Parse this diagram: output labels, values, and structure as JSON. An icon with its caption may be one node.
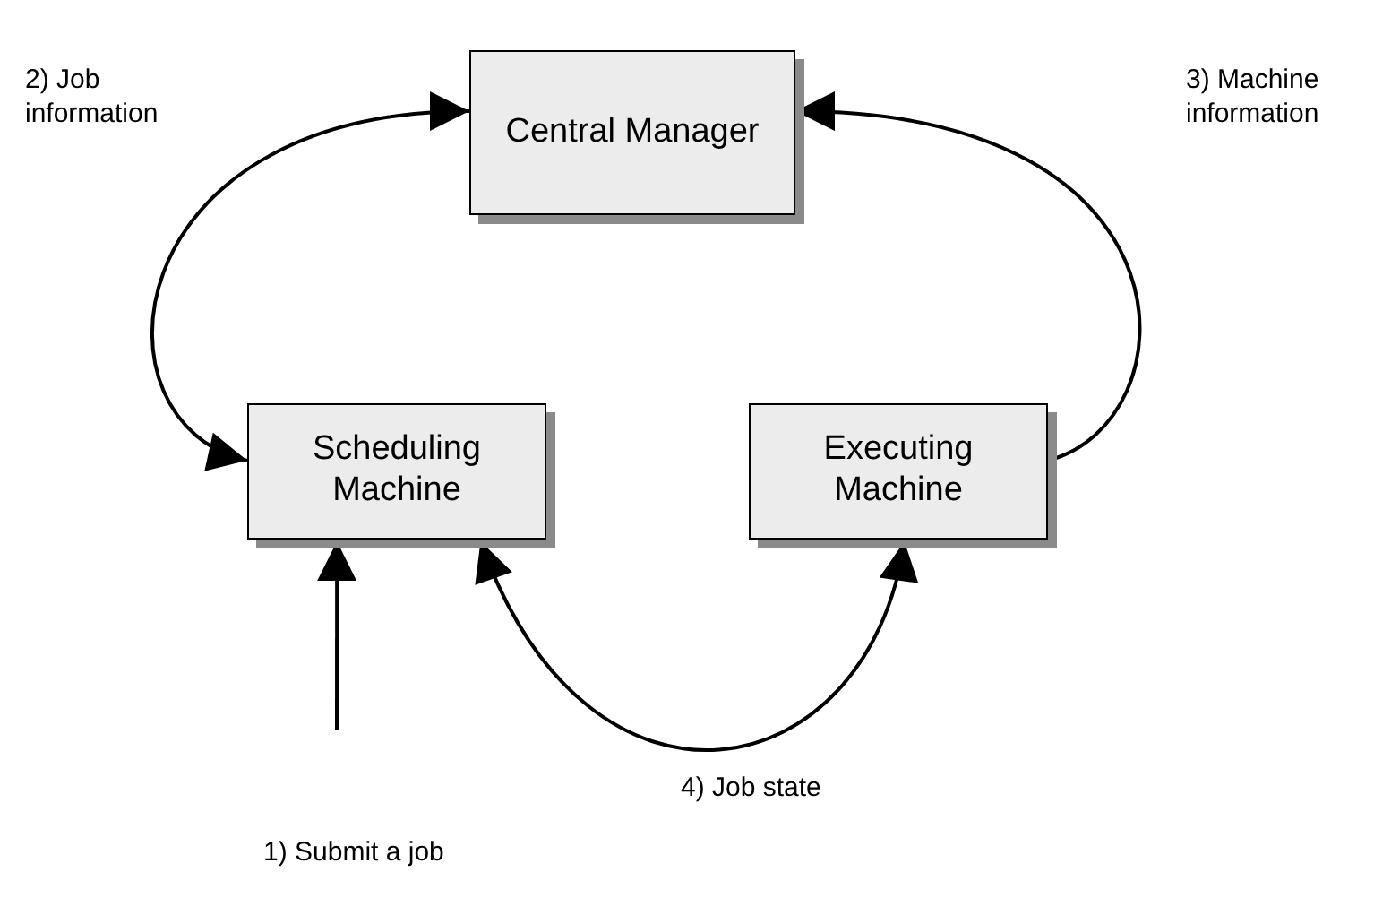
{
  "diagram": {
    "nodes": [
      {
        "text": [
          "Central Manager"
        ]
      },
      {
        "text": [
          "Scheduling Machine"
        ]
      },
      {
        "text": [
          "Executing Machine"
        ]
      }
    ],
    "edges": [
      {
        "from": 1,
        "to": 0,
        "arrow": "both",
        "label": "2) Job information"
      },
      {
        "from": 2,
        "to": 0,
        "arrow": "to",
        "label": "3) Machine information"
      },
      {
        "from": 1,
        "to": 2,
        "arrow": "both",
        "label": "4) Job state"
      },
      {
        "from": null,
        "to": 1,
        "arrow": "to",
        "label": "1) Submit a job"
      }
    ]
  }
}
